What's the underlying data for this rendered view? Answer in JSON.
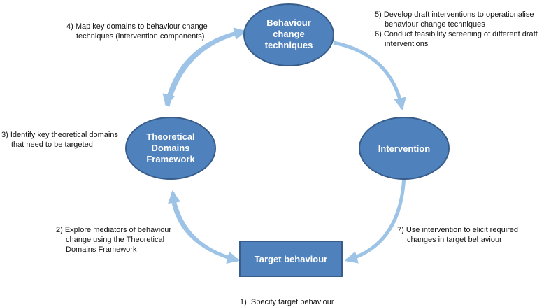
{
  "nodes": {
    "bct": {
      "lines": [
        "Behaviour",
        "change",
        "techniques"
      ]
    },
    "tdf": {
      "lines": [
        "Theoretical",
        "Domains",
        "Framework"
      ]
    },
    "intervention": {
      "lines": [
        "Intervention"
      ]
    },
    "target": {
      "lines": [
        "Target behaviour"
      ]
    }
  },
  "steps": {
    "s1": {
      "num": "1)",
      "text": "Specify target behaviour"
    },
    "s2": {
      "num": "2)",
      "lines": [
        "Explore mediators of behaviour",
        "change using the Theoretical",
        "Domains Framework"
      ]
    },
    "s3": {
      "num": "3)",
      "lines": [
        "Identify key theoretical domains",
        "that need to be targeted"
      ]
    },
    "s4": {
      "num": "4)",
      "lines": [
        "Map key domains to behaviour change",
        "techniques (intervention components)"
      ]
    },
    "s5": {
      "num": "5)",
      "lines": [
        "Develop draft interventions to operationalise",
        "behaviour change techniques"
      ]
    },
    "s6": {
      "num": "6)",
      "lines": [
        "Conduct feasibility screening of different draft",
        "interventions"
      ]
    },
    "s7": {
      "num": "7)",
      "lines": [
        "Use intervention to elicit required",
        "changes in target behaviour"
      ]
    }
  },
  "colors": {
    "node_fill": "#4f81bd",
    "node_stroke": "#385d8a",
    "arrow": "#9dc3e6",
    "text": "#111111"
  }
}
